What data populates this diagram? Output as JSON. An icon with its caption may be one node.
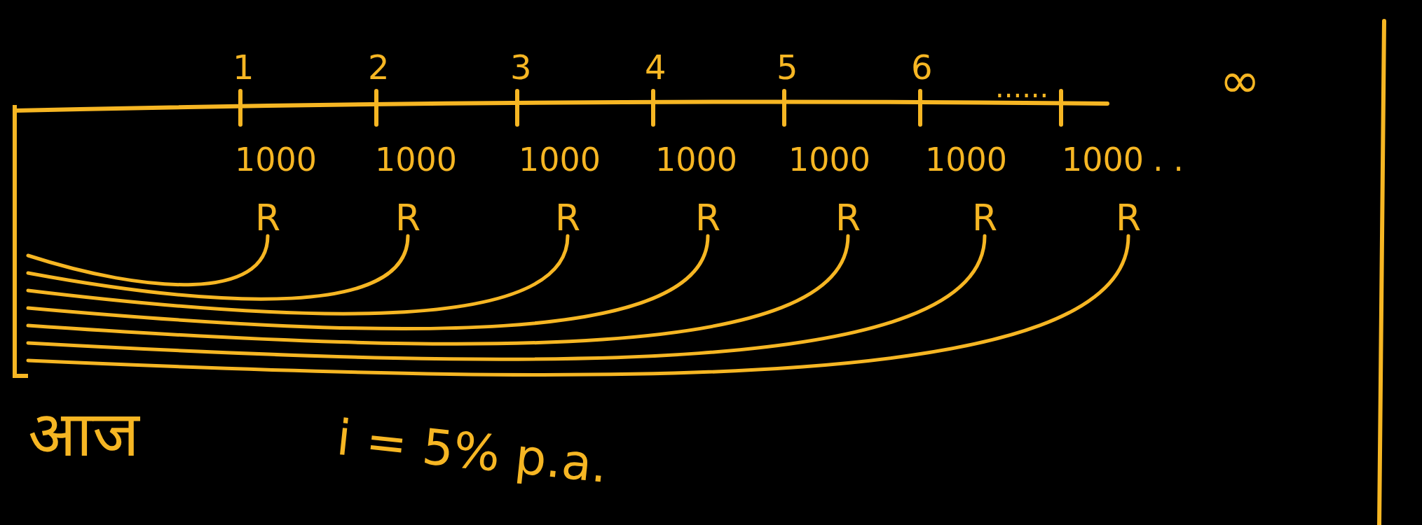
{
  "diagram": {
    "nodes": [
      {
        "text": [],
        "shape": "bar"
      },
      {
        "text": [
          "R"
        ]
      },
      {
        "text": [
          "R"
        ]
      },
      {
        "text": [
          "R"
        ]
      },
      {
        "text": [
          "R"
        ]
      },
      {
        "text": [
          "R"
        ]
      },
      {
        "text": [
          "R"
        ]
      },
      {
        "text": [
          "R"
        ]
      }
    ],
    "edges": [
      {
        "from": 1,
        "to": 0,
        "arrow": "none"
      },
      {
        "from": 2,
        "to": 0,
        "arrow": "none"
      },
      {
        "from": 3,
        "to": 0,
        "arrow": "none"
      },
      {
        "from": 4,
        "to": 0,
        "arrow": "none"
      },
      {
        "from": 5,
        "to": 0,
        "arrow": "none"
      },
      {
        "from": 6,
        "to": 0,
        "arrow": "none"
      },
      {
        "from": 7,
        "to": 0,
        "arrow": "none"
      }
    ],
    "labels": [
      "1",
      "2",
      "3",
      "4",
      "5",
      "6",
      "......",
      "∞",
      "1000",
      "1000",
      "1000",
      "1000",
      "1000",
      "1000",
      "1000",
      ". .",
      "आज",
      "i = 5% p.a."
    ]
  }
}
